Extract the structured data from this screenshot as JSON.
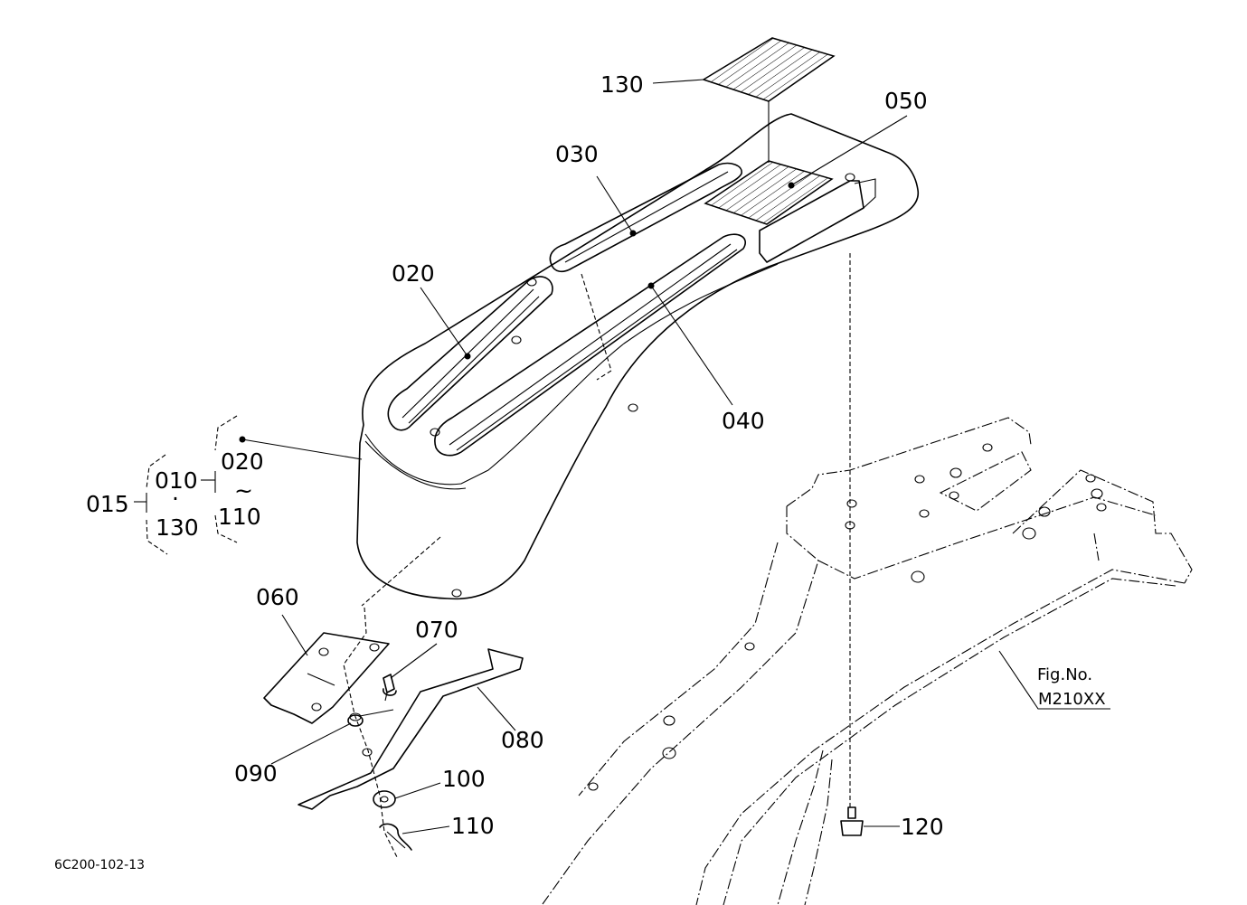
{
  "callouts": {
    "p010": "010",
    "p015": "015",
    "p020": "020",
    "p020b": "020",
    "p030": "030",
    "p040": "040",
    "p050": "050",
    "p060": "060",
    "p070": "070",
    "p080": "080",
    "p090": "090",
    "p100": "100",
    "p110": "110",
    "p110b": "110",
    "p120": "120",
    "p130": "130",
    "p130b": "130",
    "tilde": "~",
    "sep_dot": "·"
  },
  "figure_ref": {
    "line1": "Fig.No.",
    "line2": "M210XX"
  },
  "drawing_number": "6C200-102-13"
}
